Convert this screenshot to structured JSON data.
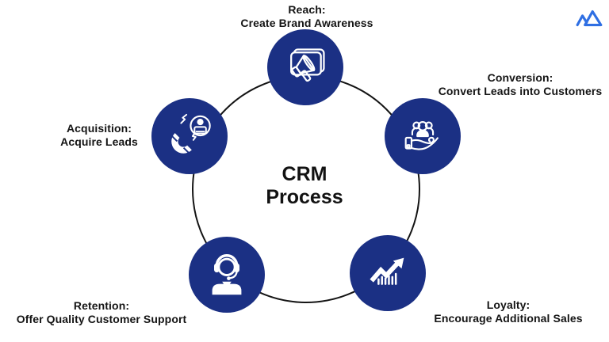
{
  "diagram": {
    "center_title_line1": "CRM",
    "center_title_line2": "Process",
    "shape": "five-node-cycle-ring"
  },
  "colors": {
    "node_fill": "#1b3084",
    "icon_stroke": "#ffffff",
    "ring_stroke": "#141414",
    "text": "#141414",
    "logo_blue": "#2f6fe3",
    "background": "#ffffff"
  },
  "logo": {
    "name": "mountain-brand-logo"
  },
  "nodes": [
    {
      "id": "reach",
      "title": "Reach:",
      "subtitle": "Create Brand Awareness",
      "icon": "megaphone-board-icon"
    },
    {
      "id": "acquisition",
      "title": "Acquisition:",
      "subtitle": "Acquire Leads",
      "icon": "magnet-lead-icon"
    },
    {
      "id": "conversion",
      "title": "Conversion:",
      "subtitle": "Convert Leads into Customers",
      "icon": "customers-in-hand-icon"
    },
    {
      "id": "retention",
      "title": "Retention:",
      "subtitle": "Offer Quality Customer Support",
      "icon": "support-agent-icon"
    },
    {
      "id": "loyalty",
      "title": "Loyalty:",
      "subtitle": "Encourage Additional Sales",
      "icon": "growth-chart-icon"
    }
  ]
}
